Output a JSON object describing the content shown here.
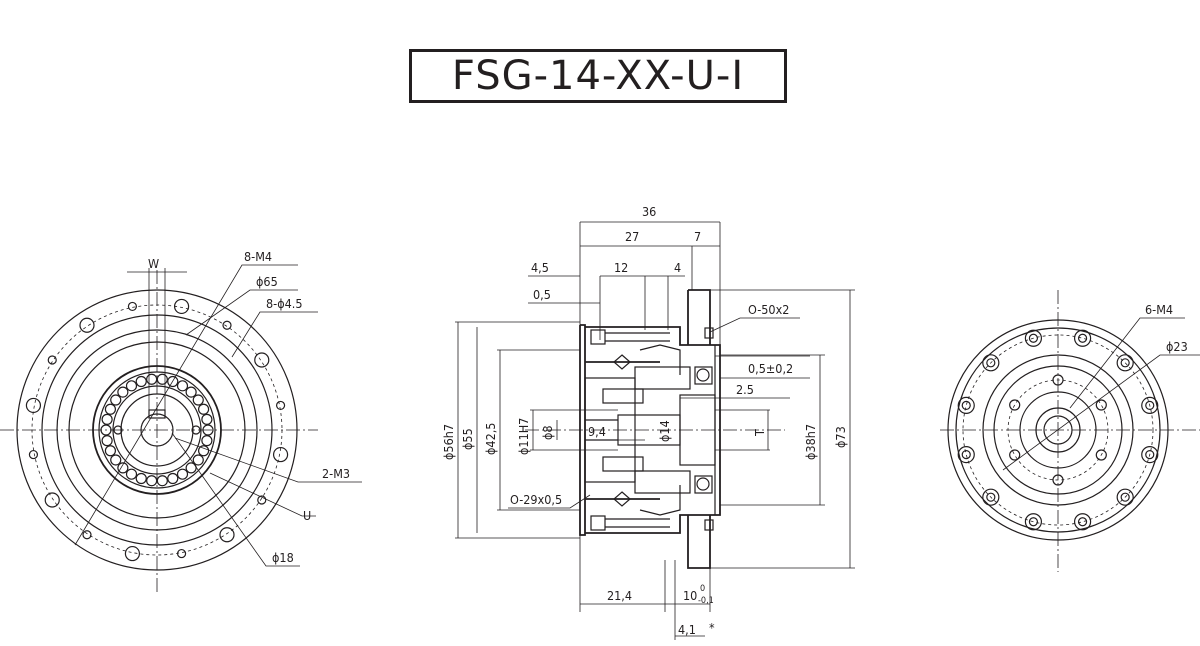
{
  "title": "FSG-14-XX-U-I",
  "left_view": {
    "labels": {
      "w": "W",
      "m4": "8-M4",
      "d65": "ϕ65",
      "d45": "8-ϕ4.5",
      "m3": "2-M3",
      "u": "U",
      "d18": "ϕ18"
    }
  },
  "center_view": {
    "labels": {
      "d36": "36",
      "d27": "27",
      "d7": "7",
      "d45": "4,5",
      "d12": "12",
      "d4": "4",
      "d05": "0,5",
      "o50": "O-50x2",
      "d05pm": "0,5±0,2",
      "d25": "2.5",
      "d56": "ϕ56h7",
      "d55": "ϕ55",
      "d425": "ϕ42,5",
      "d11": "ϕ11H7",
      "d8": "ϕ8",
      "d94": "9,4",
      "d14": "ϕ14",
      "t": "T",
      "d38": "ϕ38h7",
      "d73": "ϕ73",
      "o29": "O-29x0,5",
      "d214": "21,4",
      "d10": "10",
      "d10up": "0",
      "d10lo": "-0,1",
      "d41": "4,1",
      "star": "*"
    }
  },
  "right_view": {
    "labels": {
      "m4": "6-M4",
      "d23": "ϕ23"
    }
  }
}
